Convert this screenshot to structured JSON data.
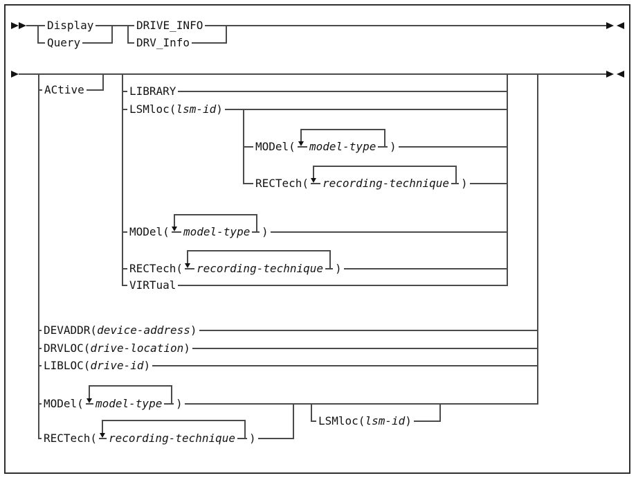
{
  "colors": {
    "line": "#4a4a4a",
    "ink": "#131313",
    "background": "#ffffff"
  },
  "tokens": {
    "display": "Display",
    "query": "Query",
    "drive_info": "DRIVE_INFO",
    "drv_info": "DRV_Info",
    "active": "ACtive",
    "library": "LIBRARY",
    "virtual": "VIRTual",
    "lsmloc_kw": "LSMloc(",
    "lsm_id_var": "lsm-id",
    "model_kw": "MODel(",
    "model_type_var": "model-type",
    "rectech_kw": "RECTech(",
    "recording_technique_var": "recording-technique",
    "devaddr_kw": "DEVADDR(",
    "device_address_var": "device-address",
    "drvloc_kw": "DRVLOC(",
    "drive_location_var": "drive-location",
    "libloc_kw": "LIBLOC(",
    "drive_id_var": "drive-id",
    "close_paren": ")"
  }
}
